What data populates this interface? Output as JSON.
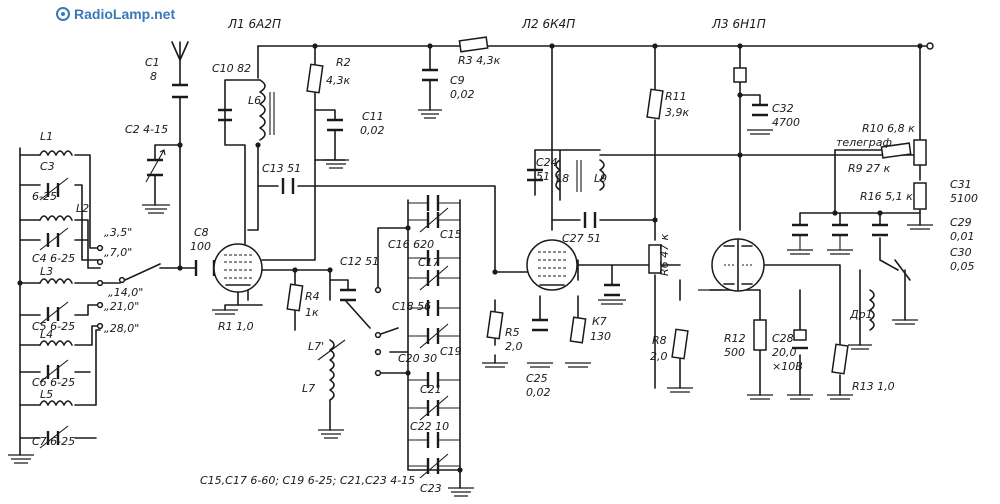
{
  "brand": {
    "name": "RadioLamp.net"
  },
  "tubes": {
    "l1": "Л1  6А2П",
    "l2": "Л2  6К4П",
    "l3": "Л3  6Н1П"
  },
  "labels": {
    "c10": "С10 82",
    "l6": "L6",
    "r2": "R2",
    "r2v": "4,3к",
    "r3": "R3 4,3к",
    "c9": "С9",
    "c9v": "0,02",
    "c11": "С11",
    "c11v": "0,02",
    "c1": "С1",
    "c1v": "8",
    "c2": "С2  4-15",
    "l1": "L1",
    "c3": "С3",
    "c3v": "6-25",
    "l2": "L2",
    "c4": "С4 6-25",
    "l3": "L3",
    "c5": "С5 6-25",
    "l4": "L4",
    "c6": "С6  6-25",
    "l5": "L5",
    "c7": "С7  6-25",
    "b35": "„3,5\"",
    "b70": "„7,0\"",
    "b140": "„14,0\"",
    "b210": "„21,0\"",
    "b280": "„28,0\"",
    "c8": "С8",
    "c8v": "100",
    "r1": "R1  1,0",
    "c13": "С13  51",
    "r4": "R4",
    "r4v": "1к",
    "c12": "С12  51",
    "l7p": "L7'",
    "l7": "L7",
    "c15": "С15",
    "c16": "С16  620",
    "c17": "С17",
    "c18": "С18  56",
    "c19": "С19",
    "c20": "С20  30",
    "c21": "С21",
    "c22": "С22  10",
    "c23": "С23",
    "c24": "С24",
    "c24v": "51",
    "l8": "L8",
    "l9": "L9",
    "c27": "С27  51",
    "r5": "R5",
    "r5v": "2,0",
    "c25": "С25",
    "c25v": "0,02",
    "k7": "К7",
    "k7v": "130",
    "r11": "R11",
    "r11v": "3,9к",
    "r6": "R6  47 к",
    "r8": "R8",
    "r8v": "2,0",
    "c32": "С32",
    "c32v": "4700",
    "r10": "R10  6,8 к",
    "telegraph": "телеграф",
    "r9": "R9  27 к",
    "r16": "R16  5,1 к",
    "c31": "С31",
    "c31v": "5100",
    "c29": "С29",
    "c29v": "0,01",
    "c30": "С30",
    "c30v": "0,05",
    "dr1": "Др1",
    "r12": "R12",
    "r12v": "500",
    "c28": "С28",
    "c28v": "20,0",
    "c28x": "×10В",
    "r13": "R13  1,0",
    "footer": "С15,С17  6-60;  С19  6-25;  С21,С23  4-15"
  }
}
